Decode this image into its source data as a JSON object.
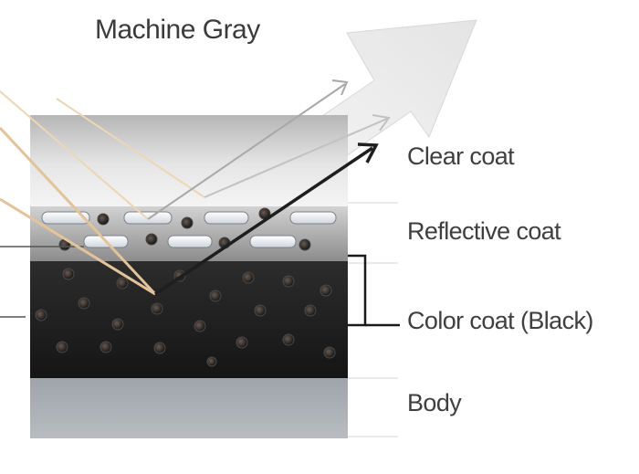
{
  "title": "Machine Gray",
  "layers": {
    "clear": "Clear coat",
    "reflective": "Reflective coat",
    "color": "Color coat (Black)",
    "body": "Body"
  },
  "colors": {
    "clear_coat_top": "#b8b8b8",
    "clear_coat_bottom": "#f2f2f2",
    "color_coat": "#1e1e1e",
    "body": "#a4aab0",
    "reflective_flake": "#ffffff",
    "particle": "#2a2a2a",
    "incident_ray": "#e8c9a2",
    "reflected_ray_dark": "#1a1a1a",
    "reflected_ray_light": "#9a9a9a"
  },
  "icons": {
    "incident": "incident-light-ray",
    "reflected": "reflected-arrow",
    "large": "large-reflection-arrow"
  }
}
